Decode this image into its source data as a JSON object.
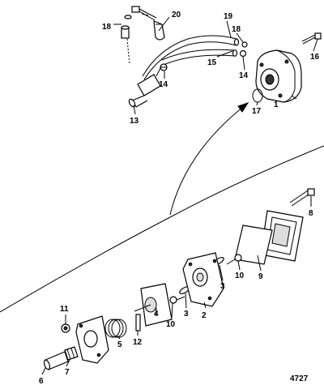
{
  "figure_number": "4727",
  "callouts": {
    "c1": "1",
    "c2": "2",
    "c3a": "3",
    "c3b": "3",
    "c4": "4",
    "c5": "5",
    "c6": "6",
    "c7": "7",
    "c8": "8",
    "c9": "9",
    "c10a": "10",
    "c10b": "10",
    "c11": "11",
    "c12": "12",
    "c13": "13",
    "c14a": "14",
    "c14b": "14",
    "c15": "15",
    "c16": "16",
    "c17": "17",
    "c18a": "18",
    "c18b": "18",
    "c19": "19",
    "c20": "20"
  }
}
